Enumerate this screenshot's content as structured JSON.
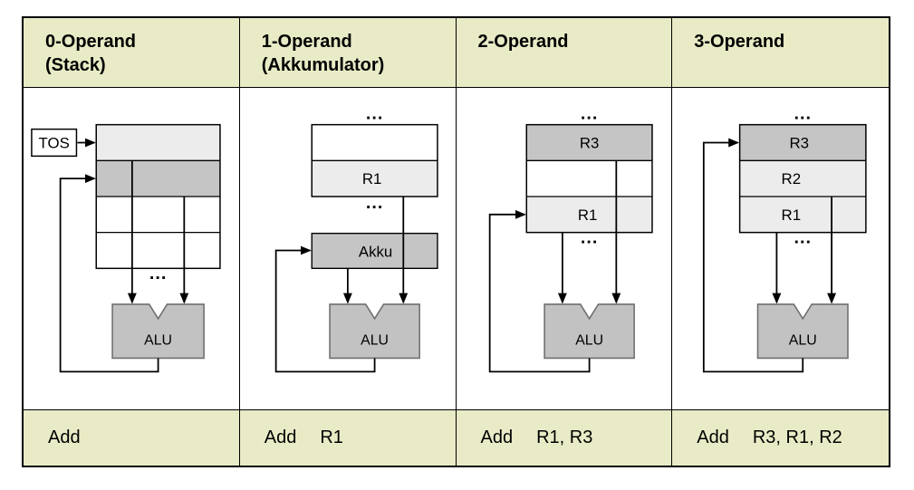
{
  "columns": [
    {
      "header": {
        "line1": "0-Operand",
        "line2": "(Stack)"
      },
      "instruction": {
        "op": "Add",
        "args": ""
      },
      "diagram": {
        "tos_label": "TOS",
        "stack_cells": [
          "",
          "",
          "",
          ""
        ],
        "dots_below": "...",
        "alu_label": "ALU"
      }
    },
    {
      "header": {
        "line1": "1-Operand",
        "line2": "(Akkumulator)"
      },
      "instruction": {
        "op": "Add",
        "args": "R1"
      },
      "diagram": {
        "dots_above": "...",
        "stack_cells": [
          "",
          "R1"
        ],
        "dots_below": "...",
        "akku_label": "Akku",
        "alu_label": "ALU"
      }
    },
    {
      "header": {
        "line1": "2-Operand",
        "line2": ""
      },
      "instruction": {
        "op": "Add",
        "args": "R1, R3"
      },
      "diagram": {
        "dots_above": "...",
        "stack_cells": [
          "R3",
          "",
          "R1"
        ],
        "dots_below": "...",
        "alu_label": "ALU"
      }
    },
    {
      "header": {
        "line1": "3-Operand",
        "line2": ""
      },
      "instruction": {
        "op": "Add",
        "args": "R3, R1, R2"
      },
      "diagram": {
        "dots_above": "...",
        "stack_cells": [
          "R3",
          "R2",
          "R1"
        ],
        "dots_below": "...",
        "alu_label": "ALU"
      }
    }
  ],
  "colors": {
    "header_bg": "#e9ebc6",
    "cell_light": "#ececec",
    "cell_mid": "#c5c5c5",
    "alu_fill": "#c2c2c2",
    "alu_stroke": "#707070"
  }
}
